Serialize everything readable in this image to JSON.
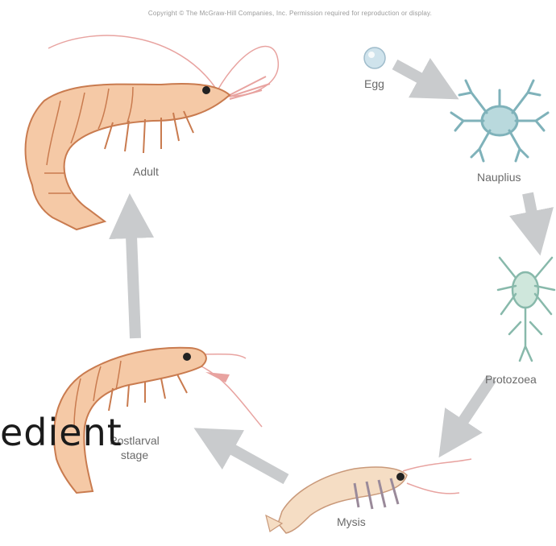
{
  "copyright": "Copyright © The McGraw-Hill Companies, Inc. Permission required for reproduction or display.",
  "stages": {
    "egg": "Egg",
    "nauplius": "Nauplius",
    "protozoea": "Protozoea",
    "mysis": "Mysis",
    "postlarval": "Postlarval stage",
    "adult": "Adult"
  },
  "overlay_text": "edient",
  "colors": {
    "arrow": "#c9cbcd",
    "shrimp_body": "#f5c9a6",
    "shrimp_outline": "#c97b4f",
    "larva": "#9bc6cc",
    "egg": "#cfe3ec"
  }
}
